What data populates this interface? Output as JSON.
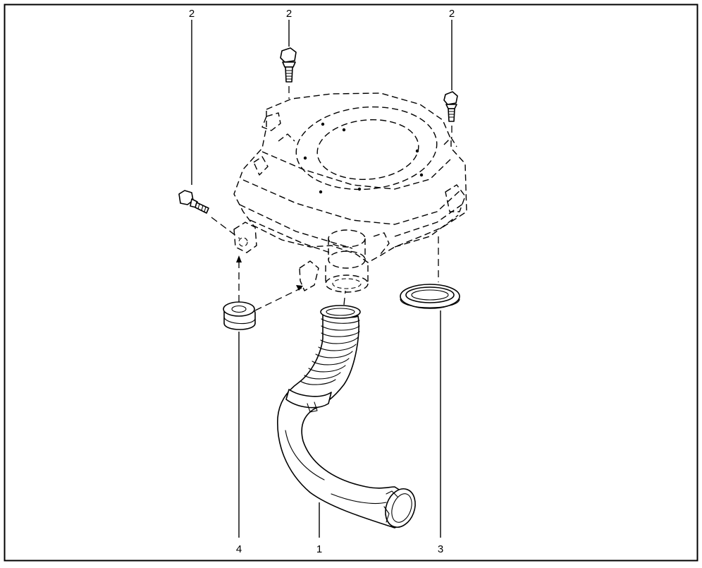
{
  "diagram": {
    "callouts": [
      {
        "id": "bolt-left-top",
        "label": "2"
      },
      {
        "id": "bolt-center-top",
        "label": "2"
      },
      {
        "id": "bolt-right-top",
        "label": "2"
      },
      {
        "id": "grommet",
        "label": "4"
      },
      {
        "id": "intake-duct",
        "label": "1"
      },
      {
        "id": "seal-ring",
        "label": "3"
      }
    ]
  }
}
